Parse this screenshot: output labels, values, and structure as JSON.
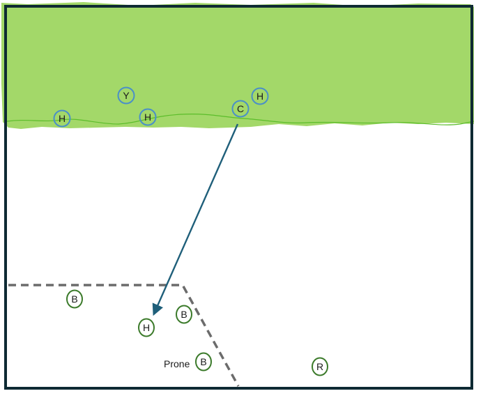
{
  "colors": {
    "grass": "#a3d869",
    "grass_edge": "#5bbd2a",
    "frame": "#0e2a33",
    "arrow": "#1f5f7a",
    "blue_marker": "#4a8fc8",
    "green_marker": "#3b7a2a",
    "dashed_line": "#6b6b6b",
    "background": "#ffffff"
  },
  "blue_markers": [
    {
      "id": "H1",
      "label": "H"
    },
    {
      "id": "Y",
      "label": "Y"
    },
    {
      "id": "H2",
      "label": "H"
    },
    {
      "id": "C",
      "label": "C"
    },
    {
      "id": "H3",
      "label": "H"
    }
  ],
  "green_markers": [
    {
      "id": "B1",
      "label": "B"
    },
    {
      "id": "B2",
      "label": "B"
    },
    {
      "id": "H4",
      "label": "H"
    },
    {
      "id": "B3",
      "label": "B"
    },
    {
      "id": "R",
      "label": "R"
    }
  ],
  "annotations": {
    "prone": "Prone"
  }
}
